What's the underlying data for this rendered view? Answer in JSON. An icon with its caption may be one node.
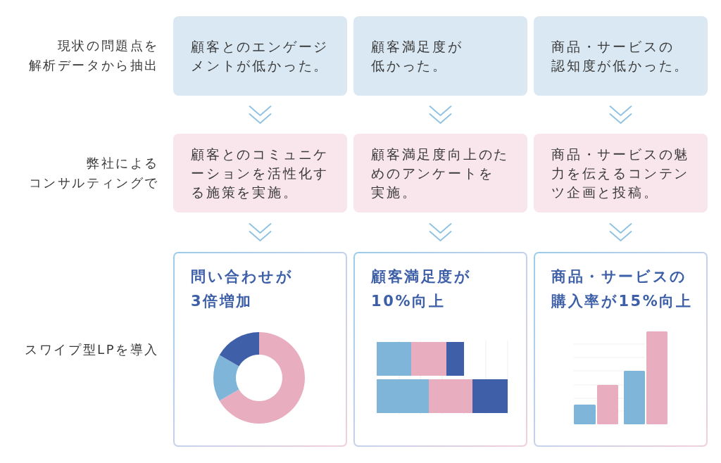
{
  "diagram": {
    "nodes": [
      {
        "text": [
          "顧客とのエンゲージメントが低かった。"
        ]
      },
      {
        "text": [
          "顧客満足度が低かった。"
        ]
      },
      {
        "text": [
          "商品・サービスの認知度が低かった。"
        ]
      },
      {
        "text": [
          "顧客とのコミュニケーションを活性化する施策を実施。"
        ]
      },
      {
        "text": [
          "顧客満足度向上のためのアンケートを実施。"
        ]
      },
      {
        "text": [
          "商品・サービスの魅力を伝えるコンテンツ企画と投稿。"
        ]
      },
      {
        "text": [
          "問い合わせが3倍増加"
        ]
      },
      {
        "text": [
          "顧客満足度が10%向上"
        ]
      },
      {
        "text": [
          "商品・サービスの購入率が15%向上"
        ]
      }
    ],
    "edges": [
      {
        "from": 0,
        "to": 3,
        "arrow": "to"
      },
      {
        "from": 1,
        "to": 4,
        "arrow": "to"
      },
      {
        "from": 2,
        "to": 5,
        "arrow": "to"
      },
      {
        "from": 3,
        "to": 6,
        "arrow": "to"
      },
      {
        "from": 4,
        "to": 7,
        "arrow": "to"
      },
      {
        "from": 5,
        "to": 8,
        "arrow": "to"
      }
    ],
    "labels": [
      "現状の問題点を解析データから抽出",
      "弊社によるコンサルティングで",
      "スワイプ型LPを導入"
    ]
  }
}
